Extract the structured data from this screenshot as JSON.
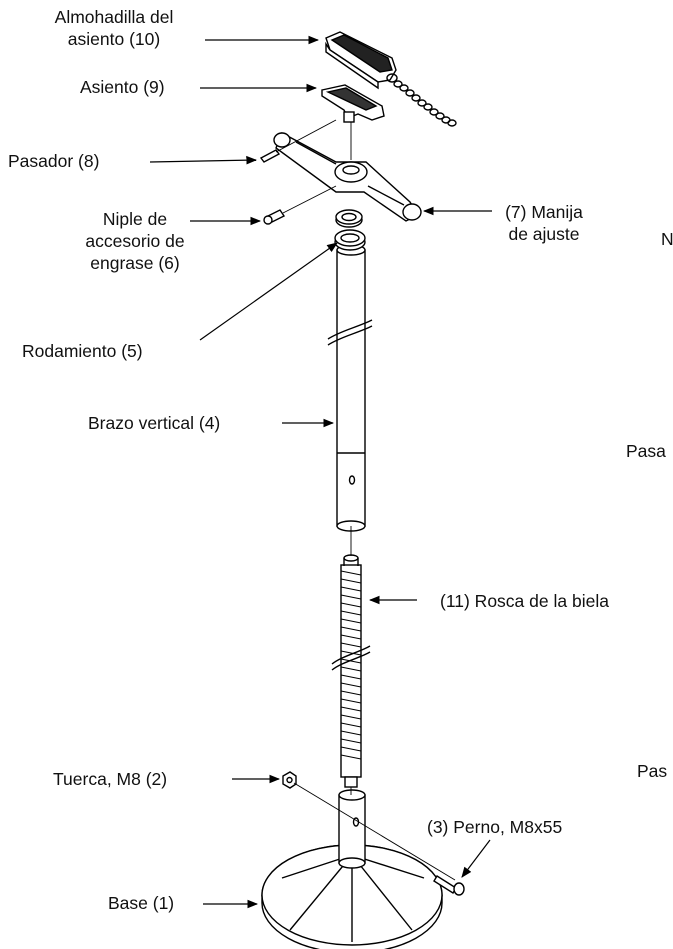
{
  "labels": {
    "seat_pad": [
      "Almohadilla del",
      "asiento (10)"
    ],
    "seat": "Asiento (9)",
    "pin_8": "Pasador (8)",
    "grease_nipple": [
      "Niple de",
      "accesorio de",
      "engrase (6)"
    ],
    "adjust_handle": [
      "(7) Manija",
      "de ajuste"
    ],
    "bearing": "Rodamiento (5)",
    "vertical_arm": "Brazo vertical (4)",
    "thread_rod": "(11) Rosca de la biela",
    "nut": "Tuerca, M8 (2)",
    "bolt": "(3) Perno, M8x55",
    "base": "Base (1)",
    "cut_n": "N",
    "cut_pasa": "Pasa",
    "cut_pas": "Pas"
  }
}
